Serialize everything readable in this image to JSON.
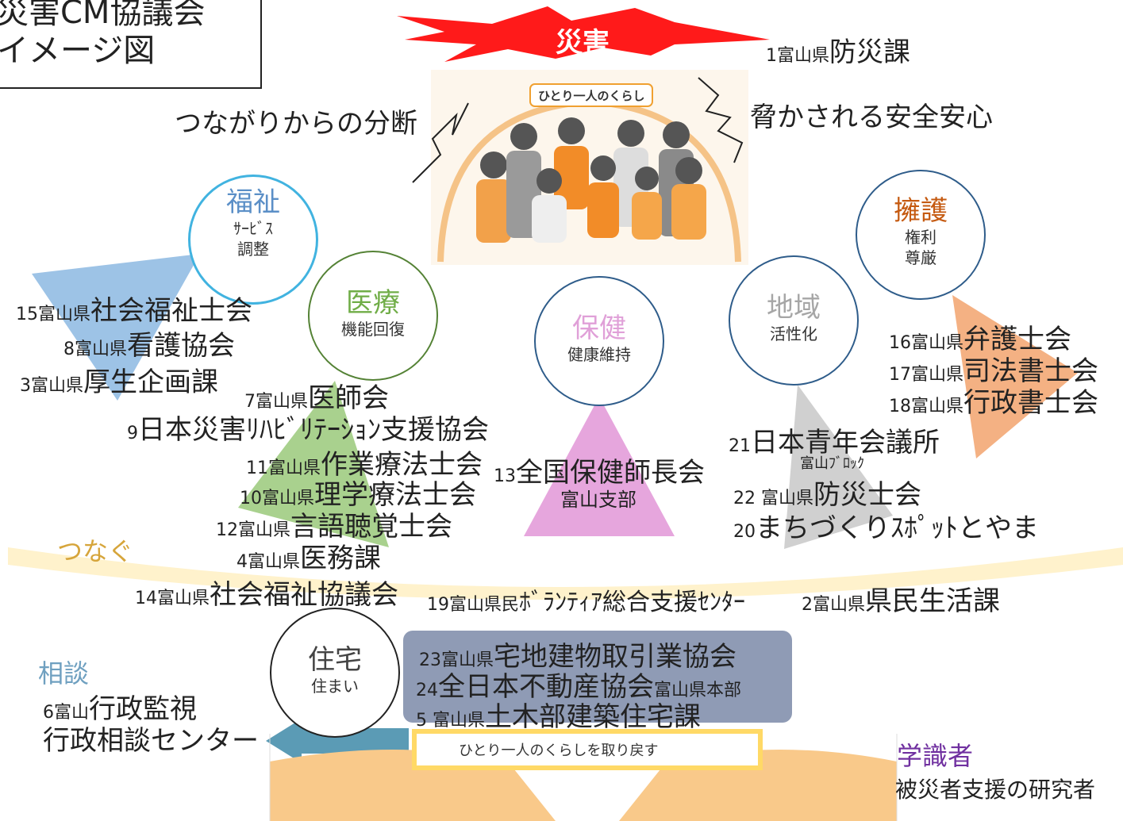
{
  "title": {
    "line1": "災害CM協議会",
    "line2": "イメージ図"
  },
  "disaster_label": "災害",
  "family_label": "ひとり一人のくらし",
  "left_caption": "つながりからの分断",
  "right_caption": "脅かされる安全安心",
  "top_item": {
    "num": "1",
    "pref": "富山県",
    "name": "防災課"
  },
  "circles": {
    "welfare": {
      "head": "福祉",
      "sub1": "ｻｰﾋﾞｽ",
      "sub2": "調整"
    },
    "medical": {
      "head": "医療",
      "sub1": "機能回復"
    },
    "health": {
      "head": "保健",
      "sub1": "健康維持"
    },
    "community": {
      "head": "地域",
      "sub1": "活性化"
    },
    "advocacy": {
      "head": "擁護",
      "sub1": "権利",
      "sub2": "尊厳"
    },
    "housing": {
      "head": "住宅",
      "sub1": "住まい"
    }
  },
  "welfare_items": [
    {
      "num": "15",
      "pref": "富山県",
      "name": "社会福祉士会"
    },
    {
      "num": "8",
      "pref": "富山県",
      "name": "看護協会"
    },
    {
      "num": "3",
      "pref": "富山県",
      "name": "厚生企画課"
    }
  ],
  "medical_items": [
    {
      "num": "7",
      "pref": "富山県",
      "name": "医師会"
    },
    {
      "num": "9",
      "pref": "",
      "name": "日本災害ﾘﾊﾋﾞﾘﾃｰｼｮﾝ支援協会"
    },
    {
      "num": "11",
      "pref": "富山県",
      "name": "作業療法士会"
    },
    {
      "num": "10",
      "pref": "富山県",
      "name": "理学療法士会"
    },
    {
      "num": "12",
      "pref": "富山県",
      "name": "言語聴覚士会"
    },
    {
      "num": "4",
      "pref": "富山県",
      "name": "医務課"
    }
  ],
  "health_item": {
    "num": "13",
    "name": "全国保健師長会",
    "sub": "富山支部"
  },
  "community_items": [
    {
      "num": "21",
      "name": "日本青年会議所",
      "sub": "富山ﾌﾞﾛｯｸ"
    },
    {
      "num": "22 ",
      "pref": "富山県",
      "name": "防災士会"
    },
    {
      "num": "20",
      "name": "まちづくりｽﾎﾟｯﾄとやま"
    }
  ],
  "advocacy_items": [
    {
      "num": "16",
      "pref": "富山県",
      "name": "弁護士会"
    },
    {
      "num": "17",
      "pref": "富山県",
      "name": "司法書士会"
    },
    {
      "num": "18",
      "pref": "富山県",
      "name": "行政書士会"
    }
  ],
  "connect_label": "つなぐ",
  "connect_items": [
    {
      "num": "14",
      "pref": "富山県",
      "name": "社会福祉協議会"
    },
    {
      "num": "19",
      "pref": "富山県民",
      "name": "ﾎﾞﾗﾝﾃｨｱ総合支援ｾﾝﾀｰ"
    },
    {
      "num": "2",
      "pref": "富山県",
      "name": "県民生活課"
    }
  ],
  "housing_items": [
    {
      "num": "23",
      "pref": "富山県",
      "name": "宅地建物取引業協会"
    },
    {
      "num": "24",
      "name": "全日本不動産協会",
      "suffix": "富山県本部"
    },
    {
      "num": "5 ",
      "pref": "富山県",
      "name": "土木部建築住宅課"
    }
  ],
  "consult": {
    "head": "相談",
    "num": "6",
    "pref": "富山",
    "name": "行政監視",
    "line2": "行政相談センター"
  },
  "restore_label": "ひとり一人のくらしを取り戻す",
  "academic": {
    "head": "学識者",
    "sub": "被災者支援の研究者"
  },
  "colors": {
    "welfare": "#9dc3e6",
    "medical": "#a9d18e",
    "health": "#e6a6dd",
    "community": "#d0d0d0",
    "advocacy": "#f4b183",
    "band": "#fff2cc",
    "housing": "#8f9bb5",
    "arrow": "#5b9bb5",
    "hands": "#f9c98a",
    "burst": "#ff1a1a",
    "restore_border": "#ffd966"
  }
}
